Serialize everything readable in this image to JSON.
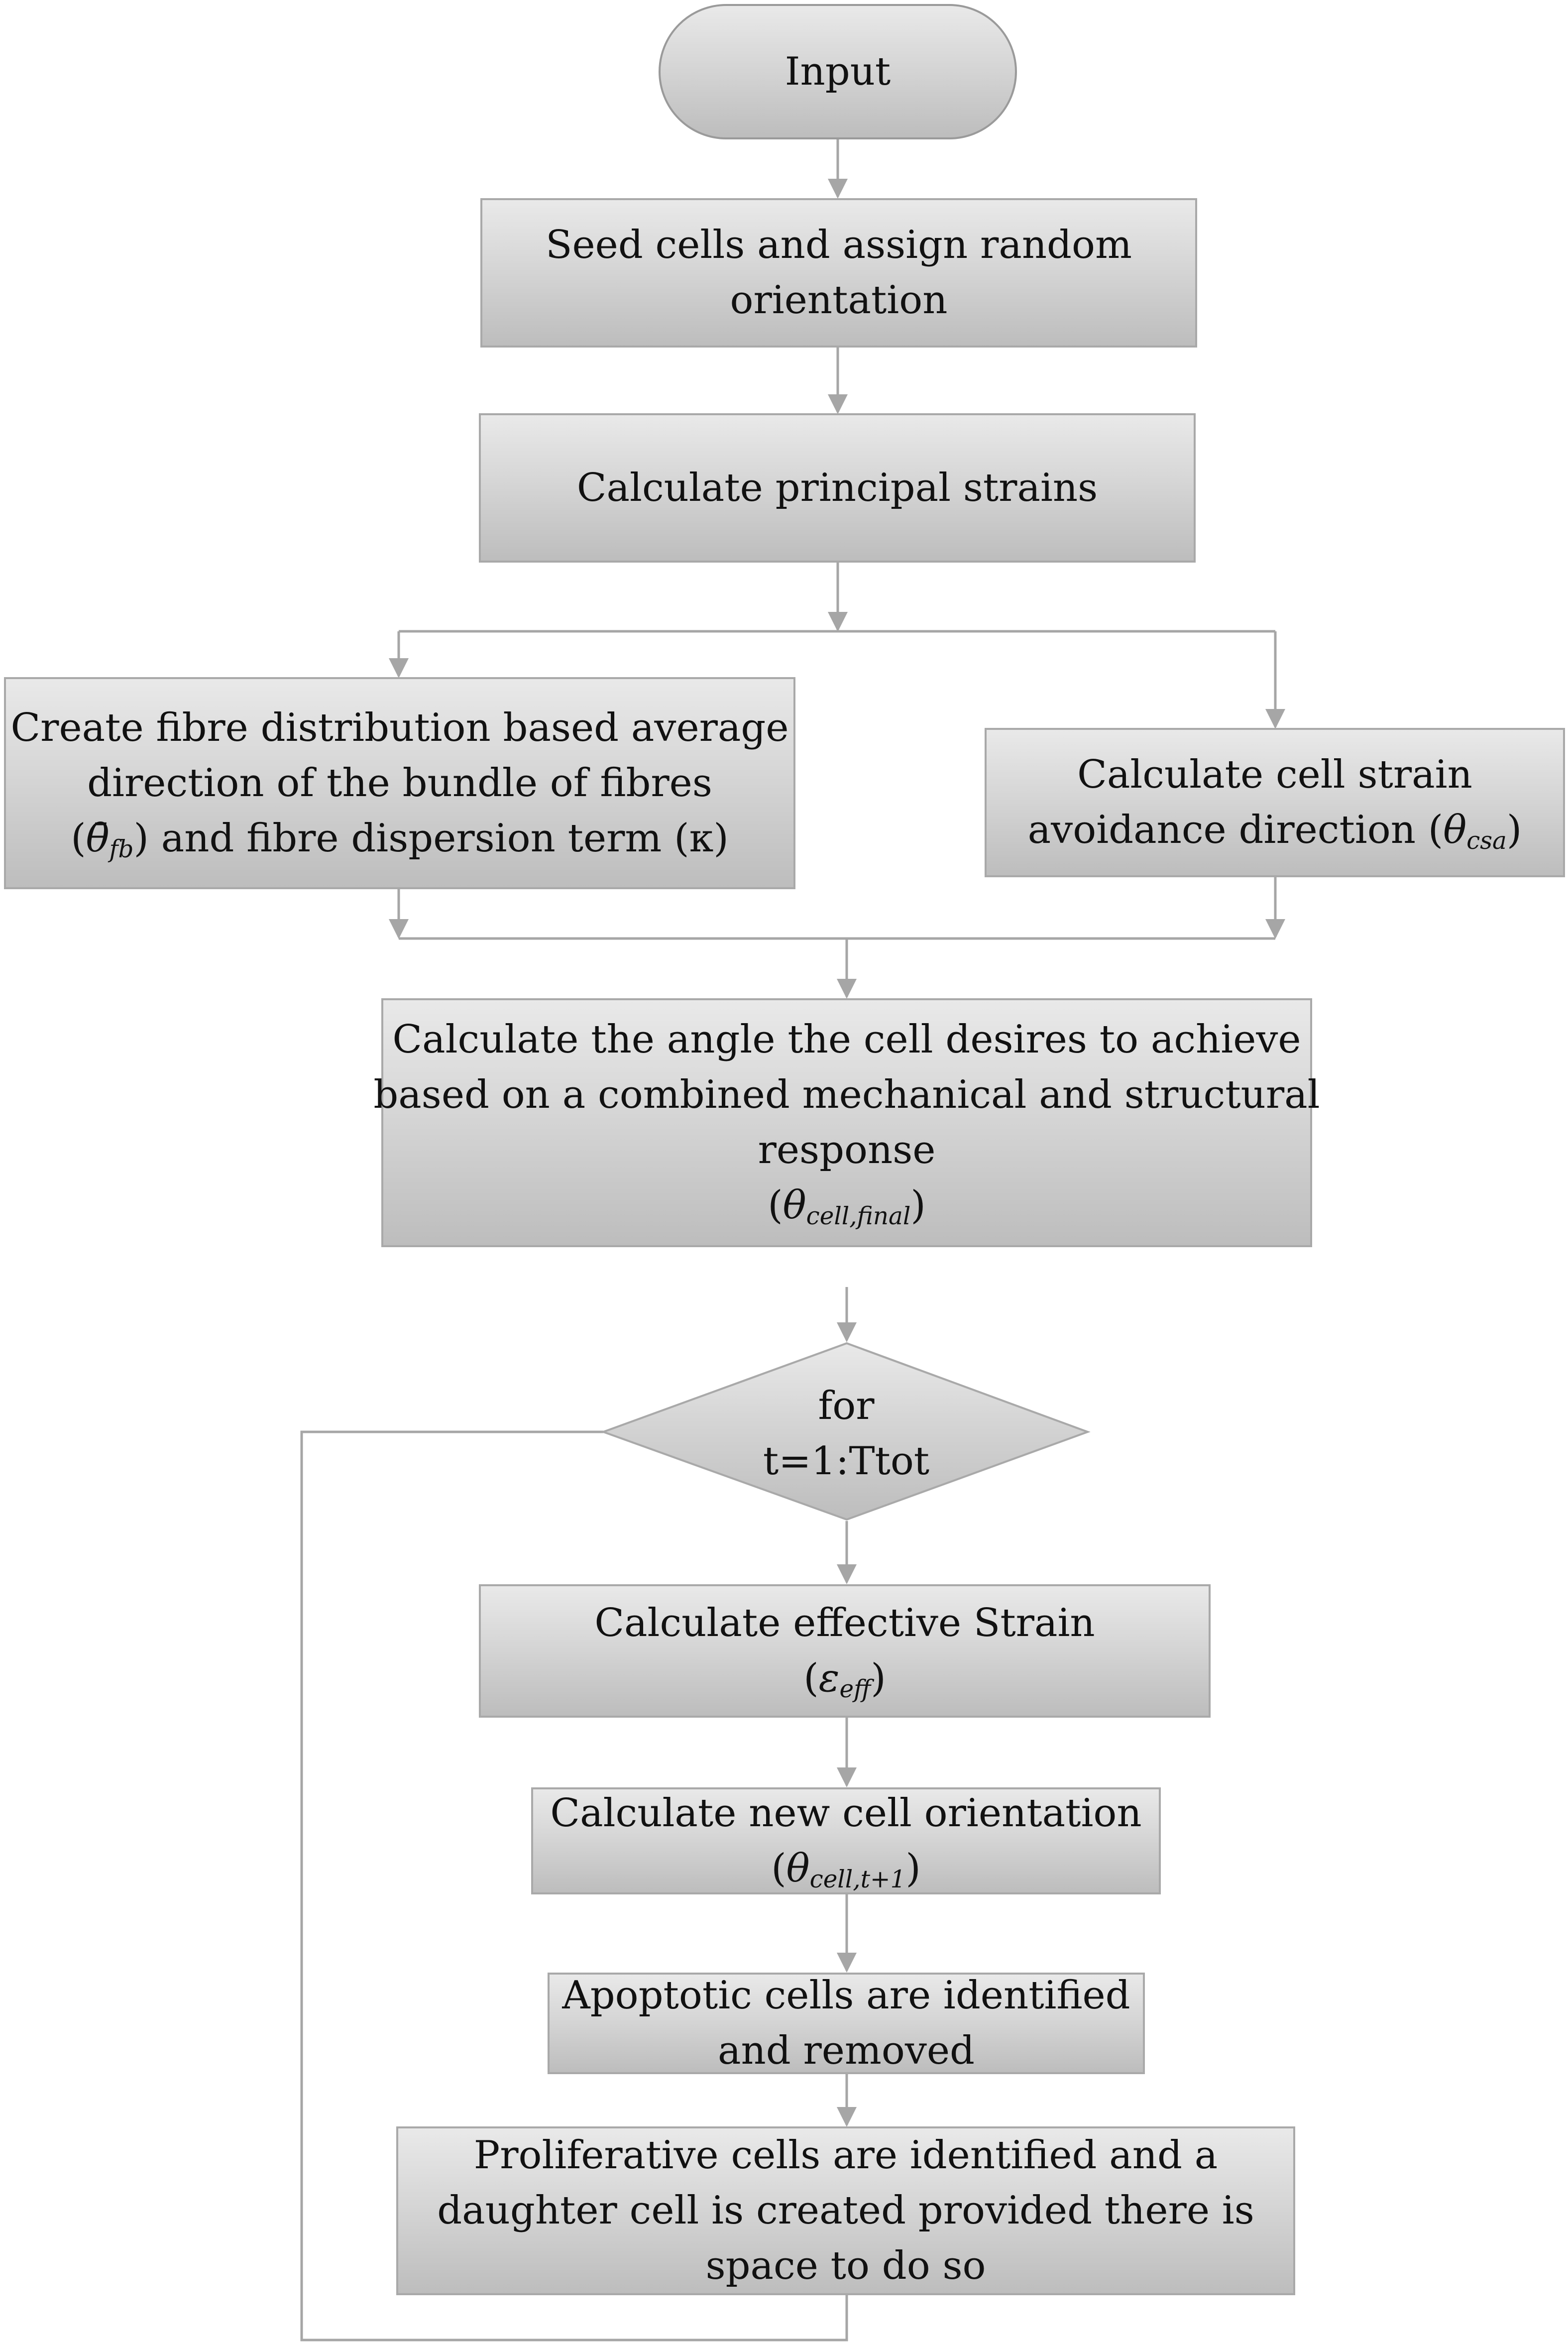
{
  "nodes": {
    "input": {
      "line1": "Input"
    },
    "seed": {
      "line1": "Seed cells and assign random",
      "line2": "orientation"
    },
    "principal": {
      "line1": "Calculate principal strains"
    },
    "fibre": {
      "line1": "Create fibre distribution based average",
      "line2": "direction of the bundle of fibres",
      "theta": "θ̄",
      "theta_sub": "fb",
      "line3_mid": ") and fibre dispersion term (κ)"
    },
    "csa": {
      "line1": "Calculate cell strain",
      "line2_pre": "avoidance direction (",
      "theta": "θ",
      "theta_sub": "csa"
    },
    "angle": {
      "line1": "Calculate the angle the cell desires to achieve",
      "line2": "based on a combined mechanical and structural",
      "line3": "response",
      "theta": "θ",
      "theta_sub": "cell,final"
    },
    "loop": {
      "line1": "for",
      "line2": "t=1:Ttot"
    },
    "strain": {
      "line1": "Calculate effective Strain",
      "eps": "ε",
      "eps_sub": "eff"
    },
    "neworient": {
      "line1": "Calculate new cell orientation",
      "theta": "θ",
      "theta_sub": "cell,t+1"
    },
    "apoptotic": {
      "line1": "Apoptotic cells are identified",
      "line2": "and removed"
    },
    "proliferative": {
      "line1": "Proliferative cells are identified and a",
      "line2": "daughter cell is created provided there is",
      "line3": "space to do so"
    }
  },
  "colors": {
    "box_top": "#e9e9e9",
    "box_bottom": "#bdbdbd",
    "border": "#a9a9a9",
    "connector": "#a6a6a6"
  }
}
